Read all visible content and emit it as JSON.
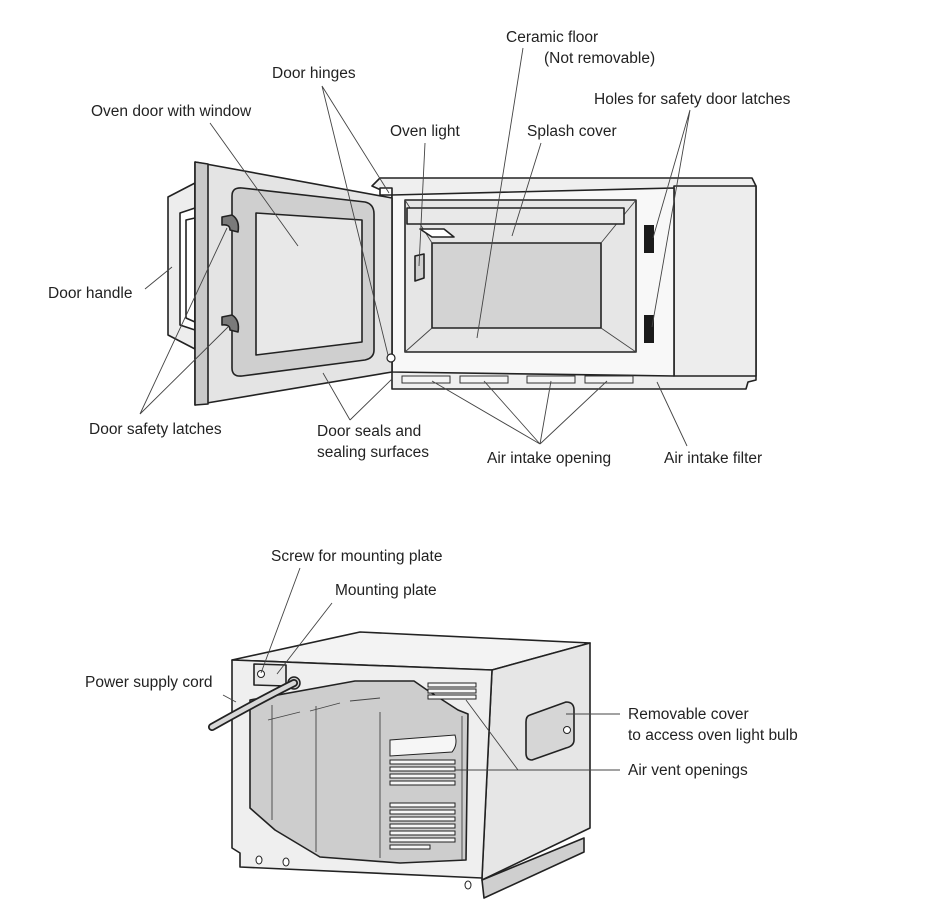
{
  "diagrams": [
    {
      "name": "front-view-door-open",
      "labels": {
        "ceramic_floor": "Ceramic floor",
        "ceramic_floor_note": "(Not removable)",
        "door_hinges": "Door hinges",
        "holes_for_latches": "Holes for safety door latches",
        "oven_door_window": "Oven door with window",
        "oven_light": "Oven light",
        "splash_cover": "Splash cover",
        "door_handle": "Door handle",
        "door_safety_latches": "Door safety latches",
        "door_seals_1": "Door seals and",
        "door_seals_2": "sealing surfaces",
        "air_intake_opening": "Air intake opening",
        "air_intake_filter": "Air intake filter"
      }
    },
    {
      "name": "rear-view",
      "labels": {
        "screw_mounting_plate": "Screw for mounting plate",
        "mounting_plate": "Mounting plate",
        "power_supply_cord": "Power supply cord",
        "removable_cover_1": "Removable cover",
        "removable_cover_2": "to access oven light bulb",
        "air_vent_openings": "Air vent openings"
      }
    }
  ],
  "colors": {
    "outline": "#222222",
    "light_gray": "#e4e4e4",
    "mid_gray": "#d0d0d0",
    "dark_gray": "#b8b8b8",
    "latch_black": "#1a1a1a"
  }
}
